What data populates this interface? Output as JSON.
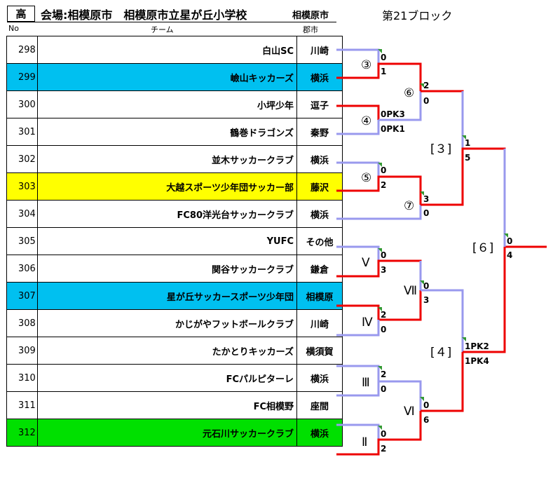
{
  "header": {
    "division": "高",
    "venue": "会場:相模原市　相模原市立星が丘小学校",
    "city": "相模原市",
    "block": "第21ブロック"
  },
  "columns": {
    "no": "No",
    "team": "チーム",
    "city": "郡市"
  },
  "teams": [
    {
      "no": "298",
      "name": "白山SC",
      "city": "川崎"
    },
    {
      "no": "299",
      "name": "嶮山キッカーズ",
      "city": "横浜"
    },
    {
      "no": "300",
      "name": "小坪少年",
      "city": "逗子"
    },
    {
      "no": "301",
      "name": "鶴巻ドラゴンズ",
      "city": "秦野"
    },
    {
      "no": "302",
      "name": "並木サッカークラブ",
      "city": "横浜"
    },
    {
      "no": "303",
      "name": "大越スポーツ少年団サッカー部",
      "city": "藤沢"
    },
    {
      "no": "304",
      "name": "FC80洋光台サッカークラブ",
      "city": "横浜"
    },
    {
      "no": "305",
      "name": "YUFC",
      "city": "その他"
    },
    {
      "no": "306",
      "name": "関谷サッカークラブ",
      "city": "鎌倉"
    },
    {
      "no": "307",
      "name": "星が丘サッカースポーツ少年団",
      "city": "相模原"
    },
    {
      "no": "308",
      "name": "かじがやフットボールクラブ",
      "city": "川崎"
    },
    {
      "no": "309",
      "name": "たかとりキッカーズ",
      "city": "横須賀"
    },
    {
      "no": "310",
      "name": "FCパルピターレ",
      "city": "横浜"
    },
    {
      "no": "311",
      "name": "FC相模野",
      "city": "座間"
    },
    {
      "no": "312",
      "name": "元石川サッカークラブ",
      "city": "横浜"
    }
  ],
  "colors": {
    "win": "#ee0000",
    "lose": "#9999ee",
    "blue": "#00c0f0",
    "yellow": "#ffff00",
    "green": "#00e000"
  },
  "matches": {
    "m3": {
      "label": "③",
      "s1": "0",
      "s2": "1"
    },
    "m6": {
      "label": "⑥",
      "s1": "2",
      "s2": "0"
    },
    "m4": {
      "label": "④",
      "s1": "0PK3",
      "s2": "0PK1"
    },
    "b3": {
      "label": "[３]",
      "s1": "1",
      "s2": "5"
    },
    "m5": {
      "label": "⑤",
      "s1": "0",
      "s2": "2"
    },
    "m7": {
      "label": "⑦",
      "s1": "3",
      "s2": "0"
    },
    "b6": {
      "label": "[６]",
      "s1": "0",
      "s2": "4"
    },
    "r5": {
      "label": "Ⅴ",
      "s1": "0",
      "s2": "3"
    },
    "r7": {
      "label": "Ⅶ",
      "s1": "0",
      "s2": "3"
    },
    "r4": {
      "label": "Ⅳ",
      "s1": "2",
      "s2": "0"
    },
    "b4": {
      "label": "[４]",
      "s1": "1PK2",
      "s2": "1PK4"
    },
    "r3": {
      "label": "Ⅲ",
      "s1": "2",
      "s2": "0"
    },
    "r6": {
      "label": "Ⅵ",
      "s1": "0",
      "s2": "6"
    },
    "r2": {
      "label": "Ⅱ",
      "s1": "0",
      "s2": "2"
    }
  }
}
